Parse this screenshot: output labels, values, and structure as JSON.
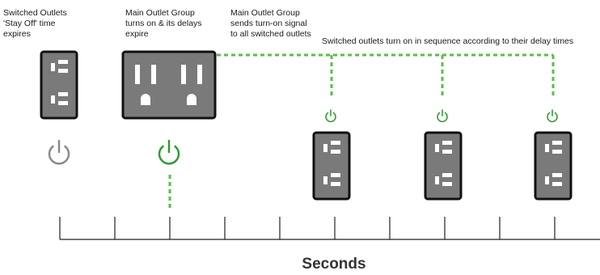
{
  "labels": {
    "stay_off": [
      "Switched Outlets",
      "'Stay Off' time",
      "expires"
    ],
    "main_group": [
      "Main Outlet Group",
      "turns on & its delays",
      "expire"
    ],
    "signal": [
      "Main Outlet Group",
      "sends turn-on signal",
      "to all switched outlets"
    ],
    "sequence": "Switched outlets turn on in sequence according to their delay times"
  },
  "axis": {
    "title": "Seconds",
    "tick_count": 10
  },
  "colors": {
    "signal_green": "#5bbd4a",
    "power_green": "#2f9a33",
    "power_gray": "#8a8a8a",
    "outlet_gray": "#7a7a7a",
    "outlet_border": "#111111",
    "axis_line": "#222222",
    "text": "#1a1a1a"
  },
  "icons": {
    "outlet": "outlet-icon",
    "power": "power-icon"
  }
}
